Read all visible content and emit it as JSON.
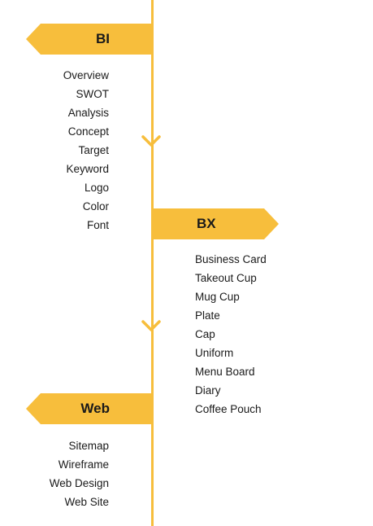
{
  "colors": {
    "accent": "#f7be3c",
    "text": "#1a1a1a"
  },
  "icons": {
    "chevron": "chevron-down-icon"
  },
  "sections": [
    {
      "title": "BI",
      "items": [
        "Overview",
        "SWOT",
        "Analysis",
        "Concept",
        "Target",
        "Keyword",
        "Logo",
        "Color",
        "Font"
      ]
    },
    {
      "title": "BX",
      "items": [
        "Business Card",
        "Takeout Cup",
        "Mug Cup",
        "Plate",
        "Cap",
        "Uniform",
        "Menu Board",
        "Diary",
        "Coffee Pouch"
      ]
    },
    {
      "title": "Web",
      "items": [
        "Sitemap",
        "Wireframe",
        "Web Design",
        "Web Site"
      ]
    }
  ]
}
